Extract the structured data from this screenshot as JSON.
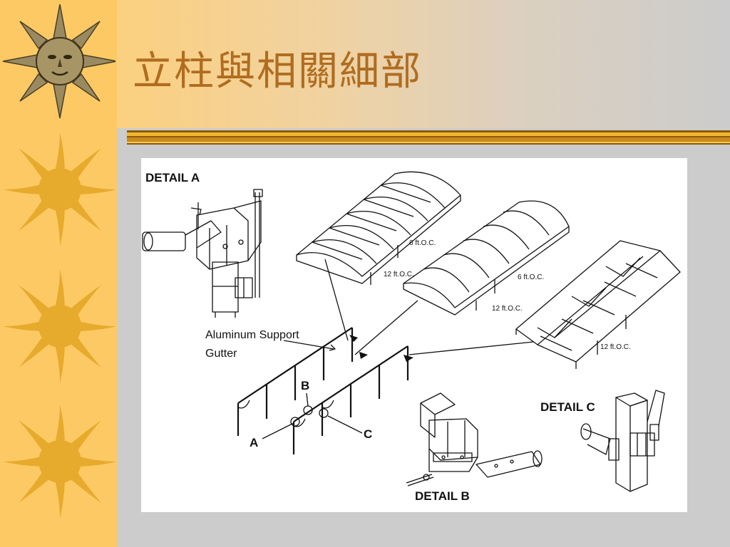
{
  "slide": {
    "title": "立柱與相關細部",
    "colors": {
      "side_strip": "#fdc965",
      "title": "#b06c1f",
      "rule": "#c98a1b",
      "background": "#cccccc"
    },
    "decoration_icons": [
      "sun-face-icon",
      "sun-icon",
      "sun-icon",
      "sun-icon"
    ]
  },
  "figure": {
    "detail_a": "DETAIL A",
    "detail_b": "DETAIL B",
    "detail_c": "DETAIL C",
    "support_label_line1": "Aluminum Support",
    "support_label_line2": "Gutter",
    "marker_a": "A",
    "marker_b": "B",
    "marker_c": "C",
    "spacing_6_1": "6 ft.O.C.",
    "spacing_12_1": "12 ft.O.C.",
    "spacing_6_2": "6 ft.O.C.",
    "spacing_12_2": "12 ft.O.C.",
    "spacing_12_3": "12 ft.O.C."
  }
}
